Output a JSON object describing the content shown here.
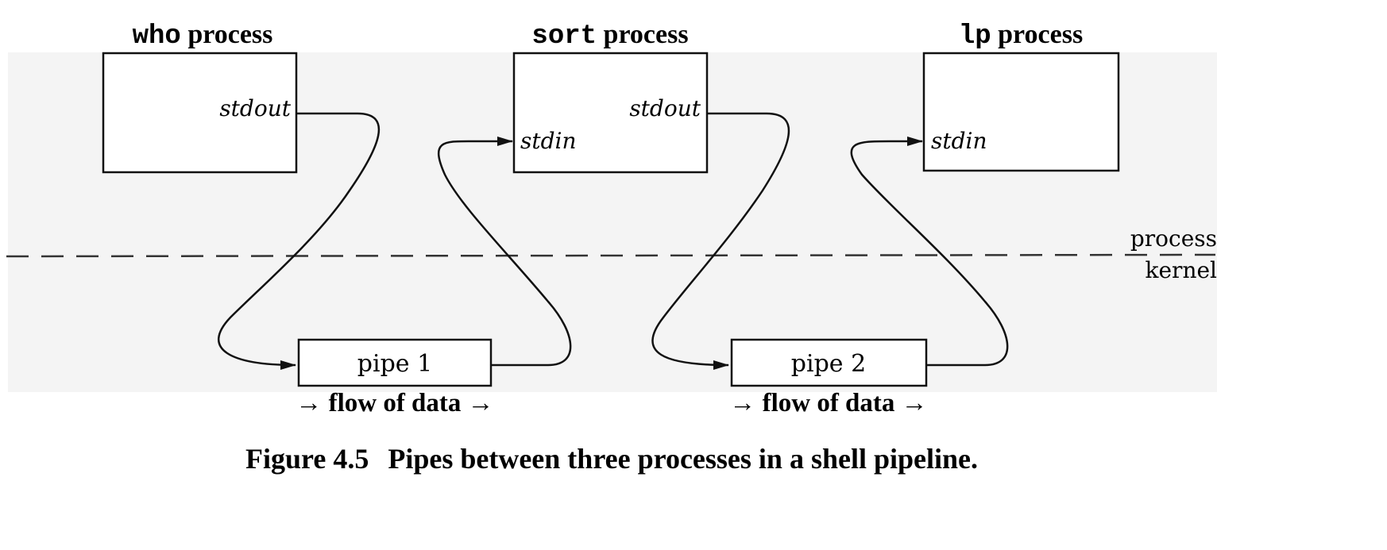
{
  "processes": {
    "who": {
      "command": "who",
      "suffix": " process",
      "port": "stdout"
    },
    "sort": {
      "command": "sort",
      "suffix": " process",
      "port_in": "stdin",
      "port_out": "stdout"
    },
    "lp": {
      "command": "lp",
      "suffix": " process",
      "port": "stdin"
    }
  },
  "pipes": {
    "pipe1": {
      "label": "pipe 1",
      "flow": "→ flow of data →"
    },
    "pipe2": {
      "label": "pipe 2",
      "flow": "→ flow of data →"
    }
  },
  "boundary": {
    "upper": "process",
    "lower": "kernel"
  },
  "caption": {
    "number": "Figure 4.5",
    "text": "Pipes between three processes in a shell pipeline."
  },
  "colors": {
    "panel": "#f4f4f4",
    "ink": "#111111",
    "box": "#ffffff"
  }
}
